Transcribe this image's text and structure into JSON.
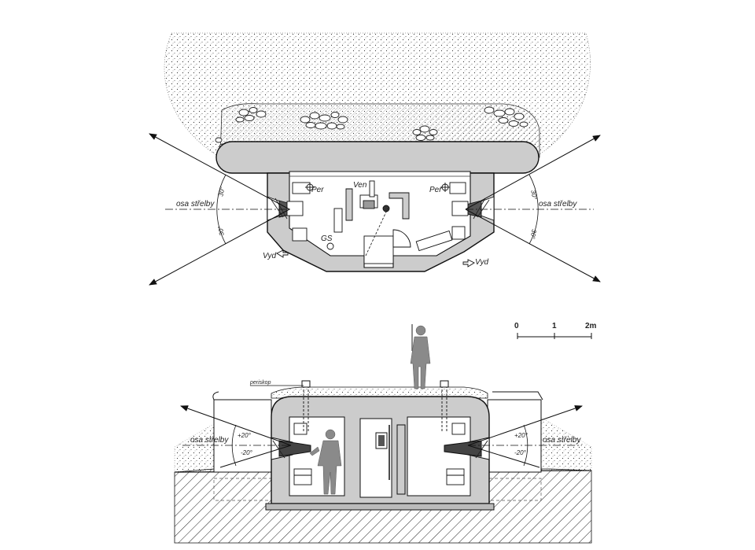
{
  "plan": {
    "labels": {
      "per_left": "Per",
      "per_right": "Per",
      "ven": "Ven",
      "gs": "GS",
      "vyd_left": "Vyd",
      "vyd_right": "Vyd",
      "osa_left": "osa střelby",
      "osa_right": "osa střelby",
      "angle_lu": "30°",
      "angle_ll": "30°",
      "angle_ru": "30°",
      "angle_rl": "30°"
    }
  },
  "section": {
    "labels": {
      "periskop": "periskop",
      "osa_left": "osa střelby",
      "osa_right": "osa střelby",
      "angle_lu": "+20°",
      "angle_ll": "-20°",
      "angle_ru": "+20°",
      "angle_rl": "-20°"
    }
  },
  "scale": {
    "ticks": [
      "0",
      "1",
      "2m"
    ]
  },
  "colors": {
    "concrete": "#cccccc",
    "line": "#1a1a1a",
    "figure": "#8a8a8a"
  }
}
